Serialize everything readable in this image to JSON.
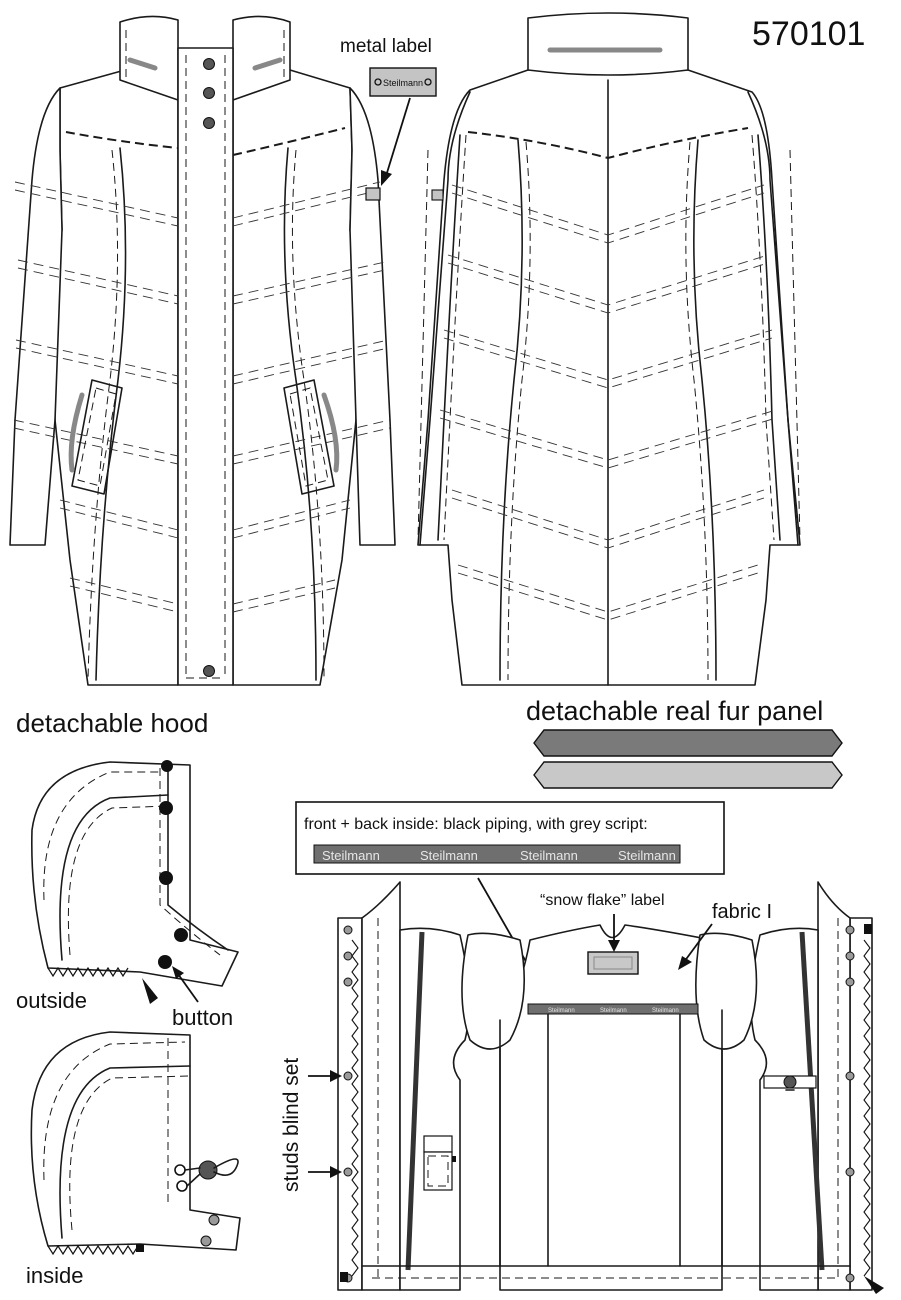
{
  "style_number": "570101",
  "labels": {
    "metal_label": "metal label",
    "metal_label_badge": "Steilmann",
    "detachable_hood": "detachable hood",
    "detachable_fur_panel": "detachable real fur panel",
    "outside": "outside",
    "inside": "inside",
    "button": "button",
    "piping_note": "front + back inside: black piping, with grey script:",
    "piping_script": [
      "Steilmann",
      "Steilmann",
      "Steilmann",
      "Steilmann"
    ],
    "inner_piping_script": [
      "Steilmann",
      "Steilmann",
      "Steilmann"
    ],
    "snow_flake_label": "“snow flake” label",
    "fabric": "fabric I",
    "studs_blind_set": "studs blind set"
  },
  "colors": {
    "ink": "#1a1a1a",
    "fur_dark": "#7a7a7a",
    "fur_light": "#c8c8c8",
    "piping_band": "#6f6f6f",
    "metal_label_fill": "#c4c4c4",
    "stud_grey": "#9a9a9a"
  }
}
